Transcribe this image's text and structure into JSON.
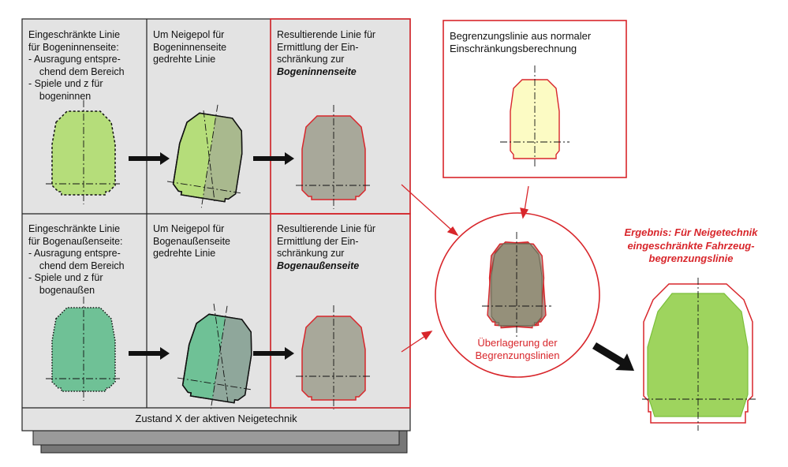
{
  "grid": {
    "cells": [
      {
        "lines": [
          "Eingeschränkte Linie",
          "für Bogeninnenseite:",
          "-   Ausragung entspre-",
          "    chend dem Bereich",
          "-   Spiele und z für",
          "    bogeninnen"
        ],
        "emphasis": ""
      },
      {
        "lines": [
          "Um Neigepol für",
          "Bogeninnenseite",
          "gedrehte Linie"
        ],
        "emphasis": ""
      },
      {
        "lines": [
          "Resultierende Linie für",
          "Ermittlung der Ein-",
          "schränkung zur"
        ],
        "emphasis": "Bogeninnenseite"
      },
      {
        "lines": [
          "Eingeschränkte Linie",
          "für Bogenaußenseite:",
          "-   Ausragung entspre-",
          "    chend dem Bereich",
          "-   Spiele und z für",
          "    bogenaußen"
        ],
        "emphasis": ""
      },
      {
        "lines": [
          "Um Neigepol für",
          "Bogenaußenseite",
          "gedrehte Linie"
        ],
        "emphasis": ""
      },
      {
        "lines": [
          "Resultierende Linie für",
          "Ermittlung der Ein-",
          "schränkung zur"
        ],
        "emphasis": "Bogenaußenseite"
      }
    ],
    "footer": "Zustand X der aktiven Neigetechnik"
  },
  "normal_box": {
    "lines": [
      "Begrenzungslinie aus normaler",
      "Einschränkungsberechnung"
    ]
  },
  "overlay": {
    "lines": [
      "Überlagerung der",
      "Begrenzungslinien"
    ]
  },
  "result": {
    "lines": [
      "Ergebnis: Für Neigetechnik",
      "eingeschränkte Fahrzeug-",
      "begrenzungslinie"
    ]
  },
  "colors": {
    "accent_red": "#d8262b",
    "light_green": "#b5dd7a",
    "teal_green": "#6fc196",
    "gray_fill": "#a8a89a",
    "cream": "#fcfbc4",
    "panel_gray": "#e3e3e3",
    "result_green": "#9ed45e"
  }
}
